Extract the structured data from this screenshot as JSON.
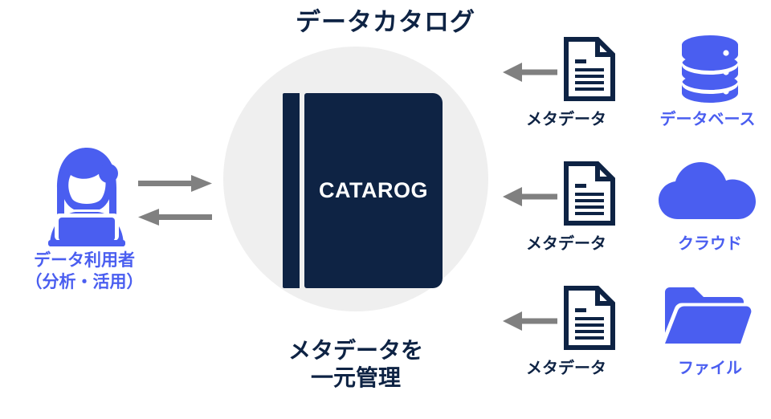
{
  "colors": {
    "navy": "#0e2344",
    "blue": "#4a5ef0",
    "gray_arrow": "#808080",
    "circle_bg": "#efefef",
    "white": "#ffffff"
  },
  "diagram": {
    "title": "データカタログ",
    "center": {
      "book_label": "CATAROG",
      "caption_line1": "メタデータを",
      "caption_line2": "一元管理"
    },
    "consumer": {
      "icon": "person-with-laptop-icon",
      "label_line1": "データ利用者",
      "label_line2": "（分析・活用）",
      "arrow_to_catalog": "arrow-right-icon",
      "arrow_from_catalog": "arrow-left-icon"
    },
    "sources": [
      {
        "arrow": "arrow-left-icon",
        "doc_icon": "document-icon",
        "metadata_label": "メタデータ",
        "source_icon": "database-icon",
        "source_label": "データベース"
      },
      {
        "arrow": "arrow-left-icon",
        "doc_icon": "document-icon",
        "metadata_label": "メタデータ",
        "source_icon": "cloud-icon",
        "source_label": "クラウド"
      },
      {
        "arrow": "arrow-left-icon",
        "doc_icon": "document-icon",
        "metadata_label": "メタデータ",
        "source_icon": "folder-icon",
        "source_label": "ファイル"
      }
    ]
  }
}
